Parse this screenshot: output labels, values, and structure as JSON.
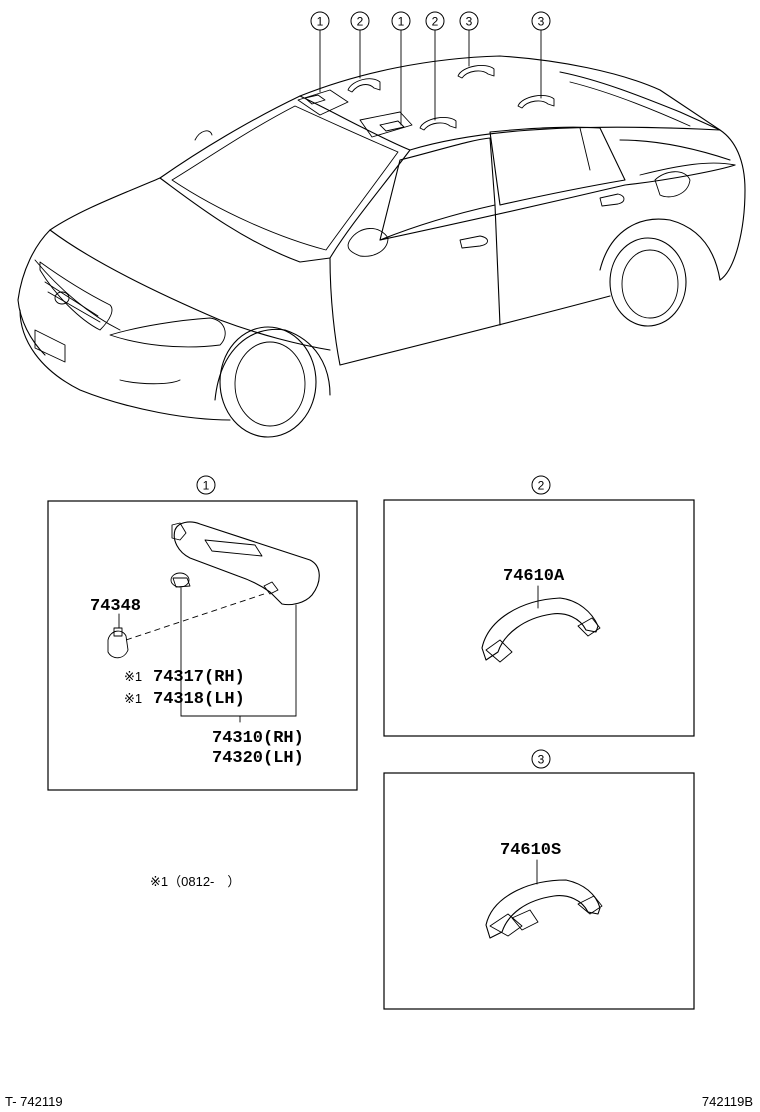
{
  "diagram": {
    "callouts": {
      "c1": "1",
      "c2": "2",
      "c3": "3"
    },
    "panel1": {
      "clip_part": "74348",
      "holder_rh": "74317(RH)",
      "holder_lh": "74318(LH)",
      "visor_rh": "74310(RH)",
      "visor_lh": "74320(LH)",
      "mark": "※1"
    },
    "panel2": {
      "grip_part": "74610A"
    },
    "panel3": {
      "grip_part": "74610S"
    },
    "note": "※1（0812-　）"
  },
  "footer": {
    "left": "T- 742119",
    "right": "742119B"
  }
}
